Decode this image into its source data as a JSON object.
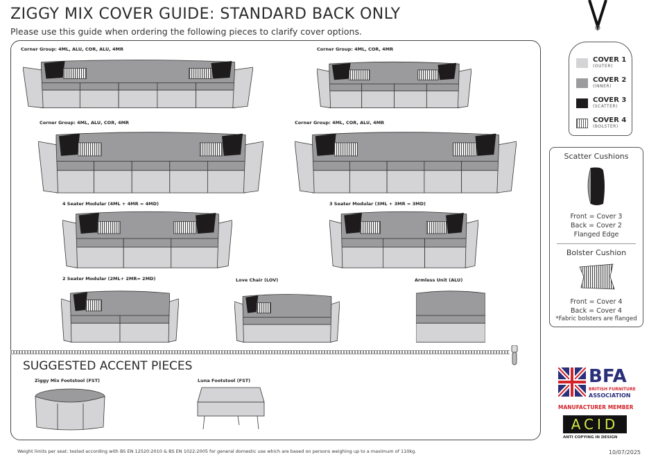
{
  "header": {
    "title": "ZIGGY MIX COVER GUIDE: STANDARD BACK ONLY",
    "subtitle": "Please use this guide when ordering the following pieces to clarify cover options."
  },
  "pieces": [
    {
      "label": "Corner Group: 4ML, ALU, COR, ALU, 4MR"
    },
    {
      "label": "Corner Group: 4ML, COR, 4MR"
    },
    {
      "label": "Corner Group: 4ML, ALU, COR, 4MR"
    },
    {
      "label": "Corner Group: 4ML, COR, ALU, 4MR"
    },
    {
      "label": "4 Seater Modular (4ML + 4MR = 4MD)"
    },
    {
      "label": "3 Seater Modular (3ML + 3MR = 3MD)"
    },
    {
      "label": "2 Seater Modular (2ML+ 2MR= 2MD)"
    },
    {
      "label": "Love Chair (LOV)"
    },
    {
      "label": "Armless Unit (ALU)"
    }
  ],
  "accent": {
    "title": "SUGGESTED ACCENT PIECES",
    "items": [
      {
        "label": "Ziggy Mix Footstool (FST)"
      },
      {
        "label": "Luna Footstool (FST)"
      }
    ]
  },
  "covers": [
    {
      "name": "COVER 1",
      "sub": "(OUTER)",
      "color": "#d4d4d6"
    },
    {
      "name": "COVER 2",
      "sub": "(INNER)",
      "color": "#9b9b9d"
    },
    {
      "name": "COVER 3",
      "sub": "(SCATTER)",
      "color": "#1e1b1c"
    },
    {
      "name": "COVER 4",
      "sub": "(BOLSTER)",
      "color": "striped"
    }
  ],
  "cushions": {
    "scatter_title": "Scatter Cushions",
    "scatter_lines": [
      "Front = Cover 3",
      "Back = Cover 2",
      "Flanged Edge"
    ],
    "bolster_title": "Bolster Cushion",
    "bolster_lines": [
      "Front = Cover 4",
      "Back = Cover 4",
      "*Fabric bolsters are flanged"
    ]
  },
  "logos": {
    "bfa": "BFA",
    "bfa_sub1": "BRITISH FURNITURE",
    "bfa_sub2": "ASSOCIATION",
    "bfa_member": "MANUFACTURER MEMBER",
    "acid": "ACID",
    "acid_sub": "ANTI COPYING IN DESIGN"
  },
  "footer": {
    "note": "Weight limits per seat: tested according with BS EN 12520:2010 & BS EN 1022:2005 for general domestic use which are based on persons weighing up to a maximum of 110kg.",
    "date": "10/07/2025"
  }
}
